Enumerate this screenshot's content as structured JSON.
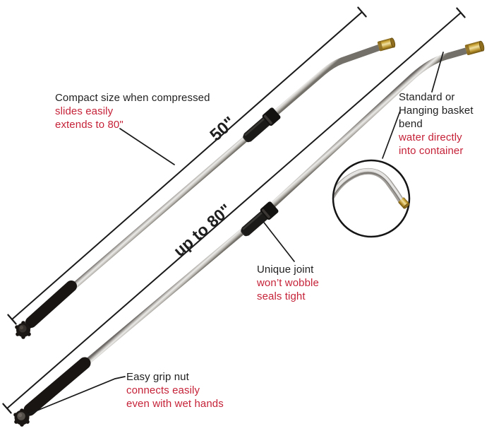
{
  "colors": {
    "accent-red": "#c52238",
    "text-black": "#1f1f1f",
    "line-color": "#1a1a1a",
    "metal-light": "#edecea",
    "metal-dark": "#737069",
    "brass": "#caa435",
    "grip-black": "#181513"
  },
  "length_labels": {
    "upper": "50\"",
    "lower": "up to 80\""
  },
  "callouts": {
    "compact": {
      "title": "Compact size when compressed",
      "sub1": "slides easily",
      "sub2": "extends to 80\""
    },
    "bend": {
      "title1": "Standard or",
      "title2": "Hanging basket bend",
      "sub1": "water directly",
      "sub2": "into container"
    },
    "joint": {
      "title": "Unique joint",
      "sub1": "won’t wobble",
      "sub2": "seals tight"
    },
    "grip": {
      "title": "Easy grip nut",
      "sub1": "connects easily",
      "sub2": "even with wet hands"
    }
  }
}
